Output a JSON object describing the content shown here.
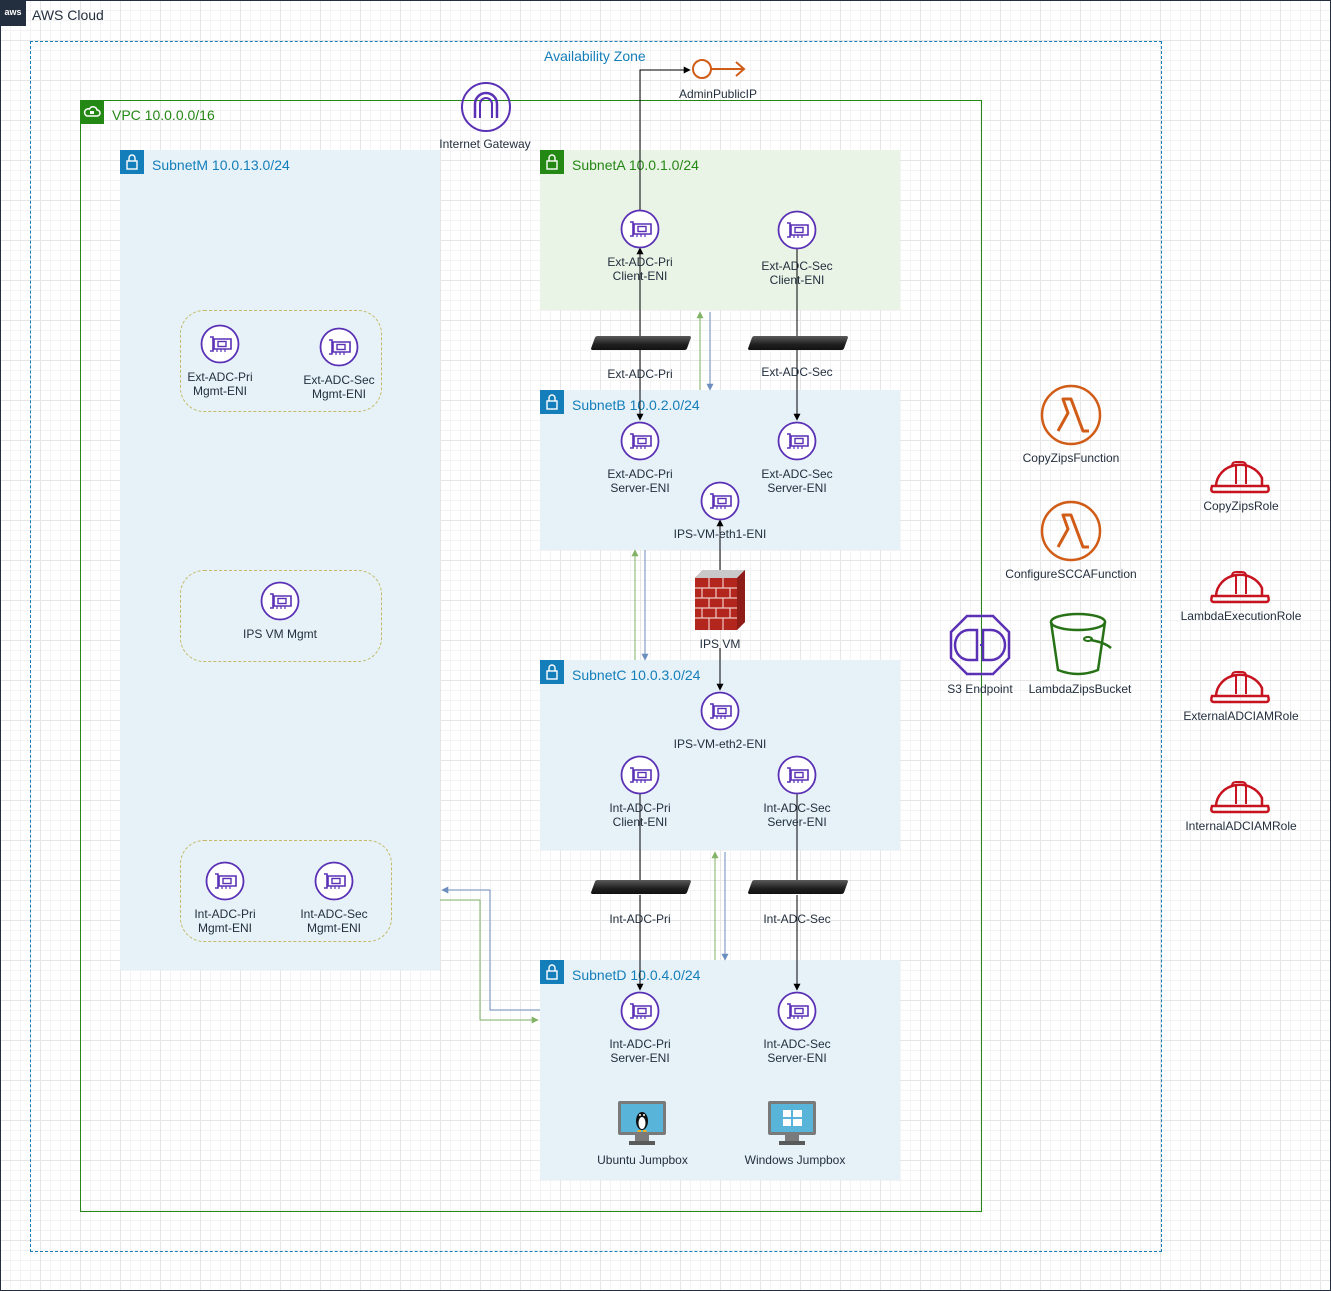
{
  "cloud": {
    "title": "AWS Cloud",
    "badge": "aws"
  },
  "availability_zone": {
    "label": "Availability Zone"
  },
  "vpc": {
    "label": "VPC 10.0.0.0/16"
  },
  "internet_gateway": {
    "label": "Internet Gateway"
  },
  "admin_ip": {
    "label": "AdminPublicIP"
  },
  "subnets": {
    "m": {
      "label": "SubnetM 10.0.13.0/24"
    },
    "a": {
      "label": "SubnetA 10.0.1.0/24"
    },
    "b": {
      "label": "SubnetB 10.0.2.0/24"
    },
    "c": {
      "label": "SubnetC 10.0.3.0/24"
    },
    "d": {
      "label": "SubnetD 10.0.4.0/24"
    }
  },
  "enis": {
    "ext_pri_mgmt": "Ext-ADC-Pri\nMgmt-ENI",
    "ext_sec_mgmt": "Ext-ADC-Sec\nMgmt-ENI",
    "ips_vm_mgmt": "IPS VM Mgmt",
    "int_pri_mgmt": "Int-ADC-Pri\nMgmt-ENI",
    "int_sec_mgmt": "Int-ADC-Sec\nMgmt-ENI",
    "ext_pri_client": "Ext-ADC-Pri\nClient-ENI",
    "ext_sec_client": "Ext-ADC-Sec\nClient-ENI",
    "ext_pri_server": "Ext-ADC-Pri\nServer-ENI",
    "ext_sec_server": "Ext-ADC-Sec\nServer-ENI",
    "ips_eth1": "IPS-VM-eth1-ENI",
    "ips_eth2": "IPS-VM-eth2-ENI",
    "int_pri_client": "Int-ADC-Pri\nClient-ENI",
    "int_sec_server_c": "Int-ADC-Sec\nServer-ENI",
    "int_pri_server": "Int-ADC-Pri\nServer-ENI",
    "int_sec_server_d": "Int-ADC-Sec\nServer-ENI"
  },
  "appliances": {
    "ext_pri": "Ext-ADC-Pri",
    "ext_sec": "Ext-ADC-Sec",
    "int_pri": "Int-ADC-Pri",
    "int_sec": "Int-ADC-Sec",
    "ips_vm": "IPS VM"
  },
  "jumpboxes": {
    "ubuntu": "Ubuntu Jumpbox",
    "windows": "Windows Jumpbox"
  },
  "services": {
    "s3_endpoint": "S3 Endpoint",
    "bucket": "LambdaZipsBucket",
    "copy_fn": "CopyZipsFunction",
    "configure_fn": "ConfigureSCCAFunction"
  },
  "roles": [
    "CopyZipsRole",
    "LambdaExecutionRole",
    "ExternalADCIAMRole",
    "InternalADCIAMRole"
  ],
  "colors": {
    "aws_dark": "#232f3e",
    "vpc_green": "#248814",
    "subnet_blue": "#147eba",
    "eni_purple": "#5a30b5",
    "lambda_orange": "#d05c17",
    "s3_green": "#277116",
    "iam_red": "#c7131f",
    "flow_green": "#82b366",
    "flow_blue": "#6c8ebf"
  },
  "icons": {
    "eni": "eni-icon",
    "igw": "internet-gateway-icon",
    "eip": "elastic-ip-icon",
    "lambda": "lambda-icon",
    "bucket": "s3-bucket-icon",
    "endpoint": "vpc-endpoint-icon",
    "role": "iam-role-icon",
    "firewall": "firewall-icon",
    "lock": "lock-icon",
    "cloud": "cloud-icon"
  }
}
